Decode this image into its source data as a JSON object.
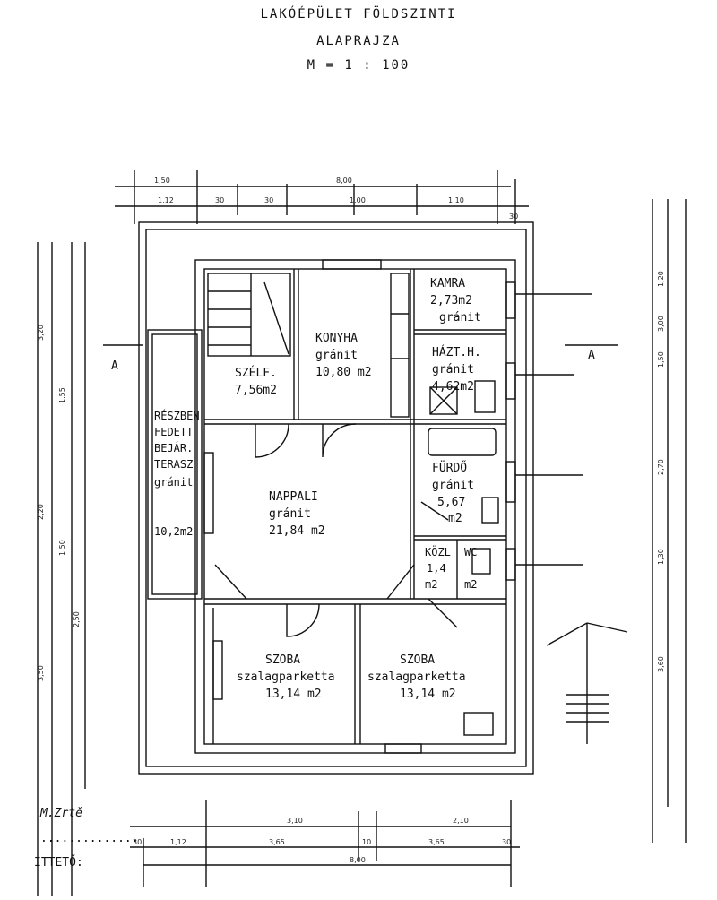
{
  "header": {
    "line1": "LAKÓÉPÜLET FÖLDSZINTI",
    "line2": "ALAPRAJZA",
    "line3": "M = 1 : 100"
  },
  "rooms": {
    "kamra": {
      "name": "KAMRA",
      "area": "2,73m2",
      "floor": "gránit"
    },
    "konyha": {
      "name": "KONYHA",
      "floor": "gránit",
      "area": "10,80 m2"
    },
    "haztart": {
      "name": "HÁZT.H.",
      "floor": "gránit",
      "area": "4,62m2"
    },
    "szelf": {
      "name": "SZÉLF.",
      "area": "7,56m2"
    },
    "terasz": {
      "line1": "RÉSZBEN",
      "line2": "FEDETT",
      "line3": "BEJÁR.",
      "line4": "TERASZ",
      "floor": "gránit",
      "area": "10,2m2"
    },
    "furdo": {
      "name": "FÜRDŐ",
      "floor": "gránit",
      "area_a": "5,67",
      "area_b": "m2"
    },
    "kozl": {
      "name": "KÖZL",
      "area_a": "1,4",
      "area_b": "m2"
    },
    "wc": {
      "name": "WC",
      "area": "m2"
    },
    "nappali": {
      "name": "NAPPALI",
      "floor": "gránit",
      "area": "21,84 m2"
    },
    "szoba1": {
      "name": "SZOBA",
      "floor": "szalagparketta",
      "area": "13,14 m2"
    },
    "szoba2": {
      "name": "SZOBA",
      "floor": "szalagparketta",
      "area": "13,14 m2"
    }
  },
  "section_marks": {
    "left": "A",
    "right": "A"
  },
  "dimensions": {
    "top_total": "8,00",
    "top_row": [
      "1,50",
      "1,12",
      "30",
      "30",
      "1,00",
      "1,10",
      "30"
    ],
    "bottom_row": [
      "30",
      "1,12",
      "3,65",
      "10",
      "3,65",
      "30"
    ],
    "bottom_total": "8,00",
    "bottom_mid": [
      "3,10",
      "2,10"
    ],
    "left_side": [
      "3,20",
      "1,55",
      "2,20",
      "1,50",
      "2,50",
      "3,50"
    ],
    "right_side": [
      "1,20",
      "3,00",
      "1,50",
      "2,70",
      "1,30",
      "3,60"
    ]
  },
  "footer": {
    "signature_note": "M.Zrtě",
    "dots": "..............",
    "label": "ITTETŐ:"
  }
}
